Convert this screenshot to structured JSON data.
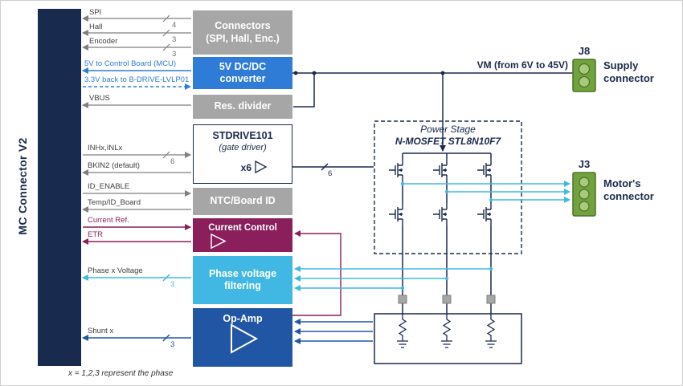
{
  "diagram": {
    "left_connector": "MC Connector V2",
    "note": "x = 1,2,3 represent the phase"
  },
  "signals": {
    "spi": {
      "label": "SPI",
      "bus": "4"
    },
    "hall": {
      "label": "Hall",
      "bus": "3"
    },
    "encoder": {
      "label": "Encoder",
      "bus": "3"
    },
    "v5": {
      "label": "5V to Control Board (MCU)"
    },
    "v33": {
      "label": "3.3V back to B-DRIVE-LVLP01"
    },
    "vbus": {
      "label": "VBUS"
    },
    "inh": {
      "label": "INHx,INLx",
      "bus": "6"
    },
    "bkin2": {
      "label": "BKIN2 (default)"
    },
    "id_enable": {
      "label": "ID_ENABLE"
    },
    "temp_id": {
      "label": "Temp/ID_Board"
    },
    "current_ref": {
      "label": "Current Ref."
    },
    "etr": {
      "label": "ETR"
    },
    "phase_v": {
      "label": "Phase x Voltage",
      "bus": "3"
    },
    "shunt": {
      "label": "Shunt x",
      "bus": "3"
    }
  },
  "blocks": {
    "connectors": {
      "line1": "Connectors",
      "line2": "(SPI, Hall, Enc.)"
    },
    "dcdc": {
      "line1": "5V DC/DC",
      "line2": "converter"
    },
    "resdiv": {
      "label": "Res. divider"
    },
    "stdrive": {
      "name": "STDRIVE101",
      "sub": "(gate driver)",
      "mult": "x6"
    },
    "ntc": {
      "label": "NTC/Board ID"
    },
    "current_control": {
      "label": "Current Control"
    },
    "filtering": {
      "line1": "Phase voltage",
      "line2": "filtering"
    },
    "opamp": {
      "label": "Op-Amp"
    }
  },
  "power_stage": {
    "title": "Power Stage",
    "subtitle": "N-MOSFET STL8N10F7"
  },
  "bus_gate": "6",
  "vm_label": "VM  (from 6V to 45V)",
  "right_connectors": {
    "j8": {
      "ref": "J8",
      "line1": "Supply",
      "line2": "connector"
    },
    "j3": {
      "ref": "J3",
      "line1": "Motor's",
      "line2": "connector"
    }
  },
  "colors": {
    "navy": "#182a4d",
    "gray_block": "#a6a6a6",
    "blue": "#2f7cd6",
    "light_blue": "#41b8e4",
    "dark_blue": "#2156a5",
    "maroon": "#8a1f5c",
    "green": "#71a23e"
  }
}
